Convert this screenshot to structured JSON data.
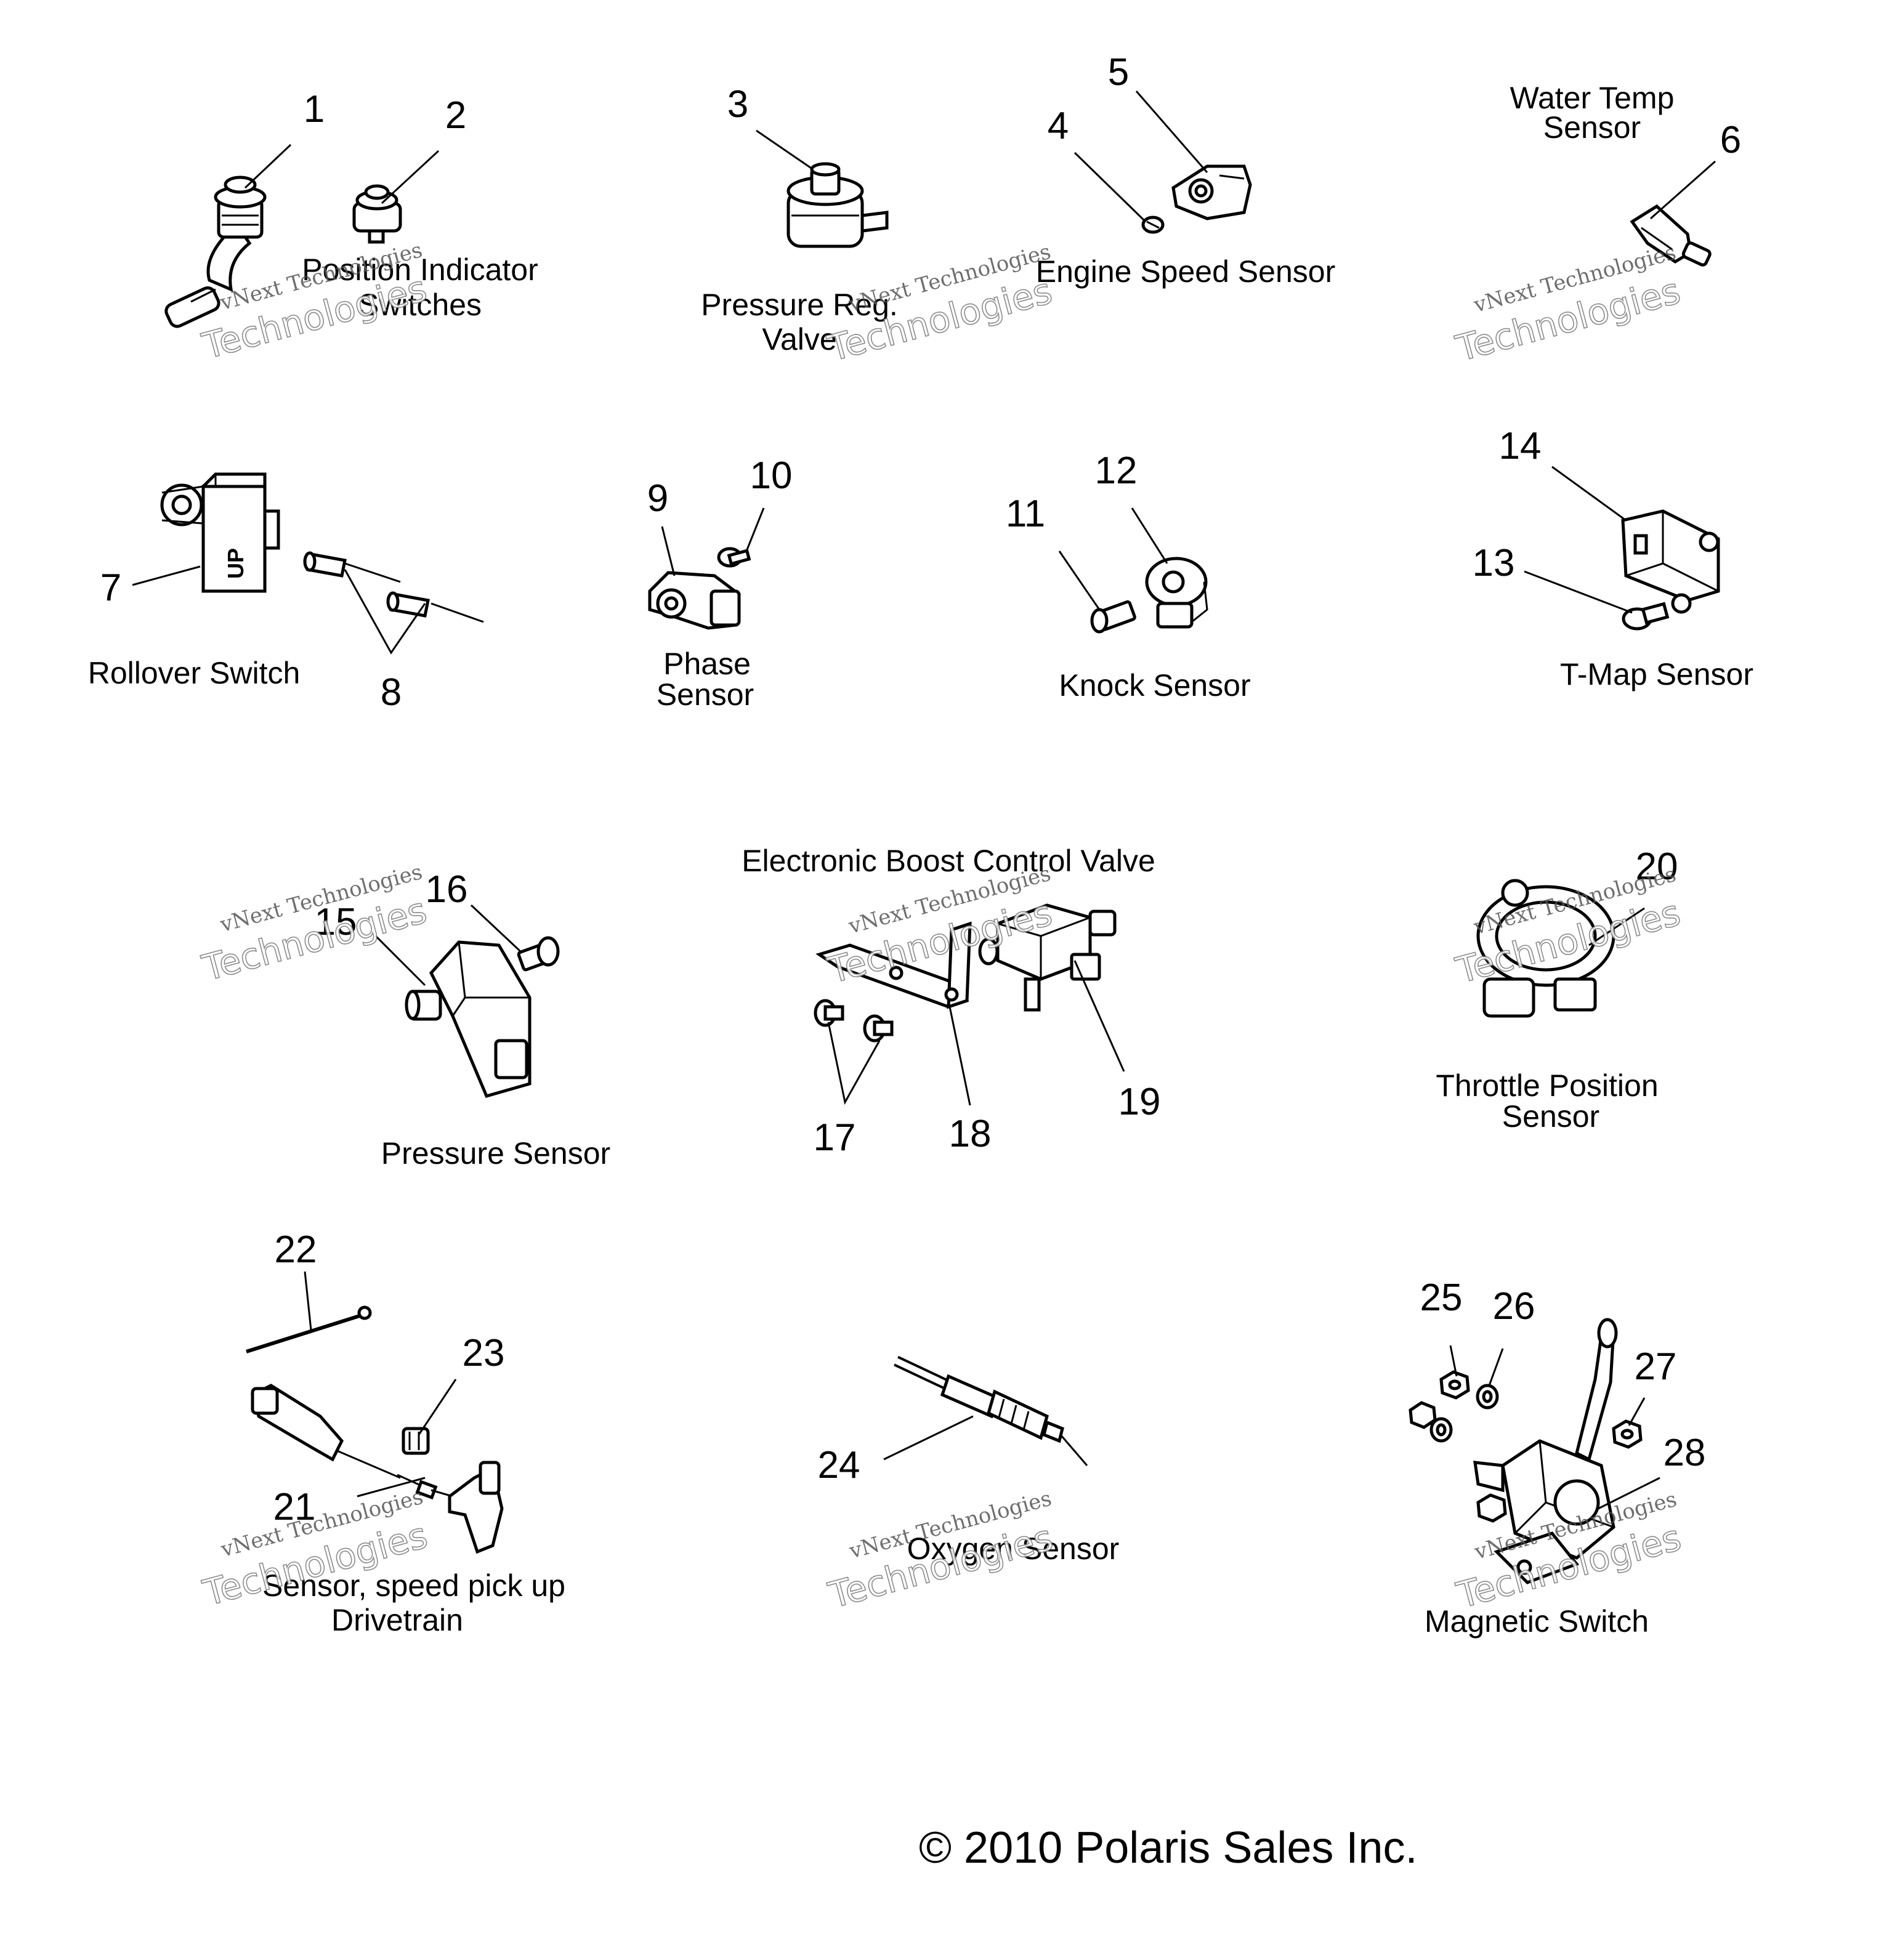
{
  "callouts": [
    "1",
    "2",
    "3",
    "4",
    "5",
    "6",
    "7",
    "8",
    "9",
    "10",
    "11",
    "12",
    "13",
    "14",
    "15",
    "16",
    "17",
    "18",
    "19",
    "20",
    "21",
    "22",
    "23",
    "24",
    "25",
    "26",
    "27",
    "28"
  ],
  "labels": {
    "position_indicator": [
      "Position Indicator",
      "Switches"
    ],
    "pressure_reg": [
      "Pressure Reg.",
      "Valve"
    ],
    "engine_speed": "Engine Speed Sensor",
    "water_temp": [
      "Water Temp",
      "Sensor"
    ],
    "rollover": "Rollover Switch",
    "phase": [
      "Phase",
      "Sensor"
    ],
    "knock": "Knock Sensor",
    "tmap": "T-Map Sensor",
    "boost": "Electronic Boost Control Valve",
    "pressure_sensor": "Pressure Sensor",
    "throttle": [
      "Throttle Position",
      "Sensor"
    ],
    "speed_pickup": [
      "Sensor, speed pick up",
      "Drivetrain"
    ],
    "oxygen": "Oxygen Sensor",
    "magnetic": "Magnetic Switch"
  },
  "rollover_marking": "UP",
  "watermark": [
    "vNext Technologies",
    "Technologies"
  ],
  "copyright": "© 2010 Polaris Sales Inc."
}
